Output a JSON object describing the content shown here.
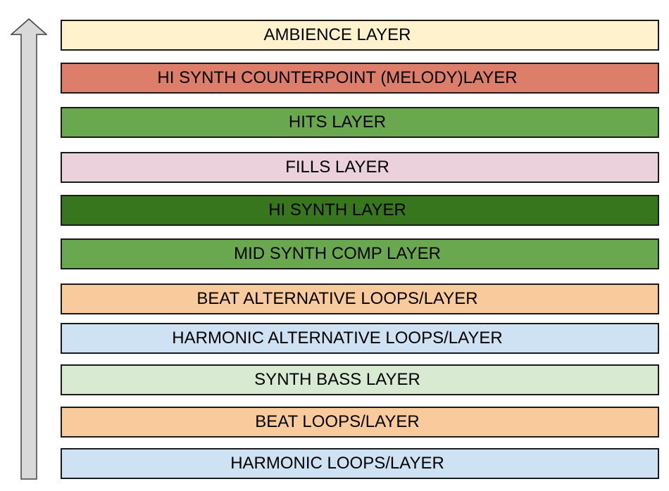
{
  "diagram": {
    "type": "stacked-layer-diagram",
    "colors": {
      "background": "#ffffff",
      "bar_border": "#1a1a1a",
      "label_text": "#000000",
      "arrow_fill": "#d9d9d9",
      "arrow_stroke": "#404040"
    },
    "arrow": {
      "direction": "up"
    },
    "layers": [
      {
        "label": "AMBIENCE LAYER",
        "fill": "#fff2cc"
      },
      {
        "label": "HI SYNTH COUNTERPOINT (MELODY)LAYER",
        "fill": "#dd7e6b"
      },
      {
        "label": "HITS LAYER",
        "fill": "#6aa84f"
      },
      {
        "label": "FILLS LAYER",
        "fill": "#ead1dc"
      },
      {
        "label": "HI SYNTH LAYER",
        "fill": "#38761d"
      },
      {
        "label": "MID SYNTH COMP LAYER",
        "fill": "#6aa84f"
      },
      {
        "label": "BEAT ALTERNATIVE LOOPS/LAYER",
        "fill": "#f9cb9c"
      },
      {
        "label": "HARMONIC ALTERNATIVE LOOPS/LAYER",
        "fill": "#cfe2f3"
      },
      {
        "label": "SYNTH BASS LAYER",
        "fill": "#d9ead3"
      },
      {
        "label": "BEAT LOOPS/LAYER",
        "fill": "#f9cb9c"
      },
      {
        "label": "HARMONIC LOOPS/LAYER",
        "fill": "#cfe2f3"
      }
    ]
  }
}
